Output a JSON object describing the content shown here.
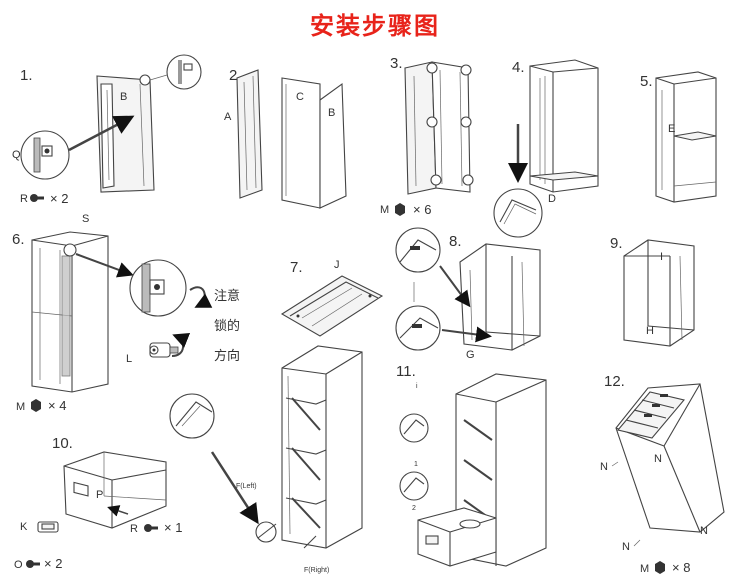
{
  "title": "安装步骤图",
  "steps": [
    "1.",
    "2.",
    "3.",
    "4.",
    "5.",
    "6.",
    "7.",
    "8.",
    "9.",
    "10.",
    "11.",
    "12."
  ],
  "parts": {
    "A": "A",
    "B": "B",
    "C": "C",
    "D": "D",
    "E": "E",
    "G": "G",
    "H": "H",
    "I": "I",
    "J": "J",
    "K": "K",
    "L": "L",
    "M": "M",
    "N": "N",
    "O": "O",
    "P": "P",
    "Q": "Q",
    "R": "R",
    "S": "S"
  },
  "quantities": {
    "step1_screws": "× 2",
    "step3_screws": "× 6",
    "step6_screws": "× 4",
    "step10_r": "× 1",
    "step10_o": "× 2",
    "step12_m": "× 8"
  },
  "lock_note": [
    "注意",
    "锁的",
    "方向"
  ],
  "rail_labels": {
    "left": "F(Left)",
    "right": "F(Right)"
  },
  "step11_substeps": [
    "i",
    "1",
    "2"
  ]
}
